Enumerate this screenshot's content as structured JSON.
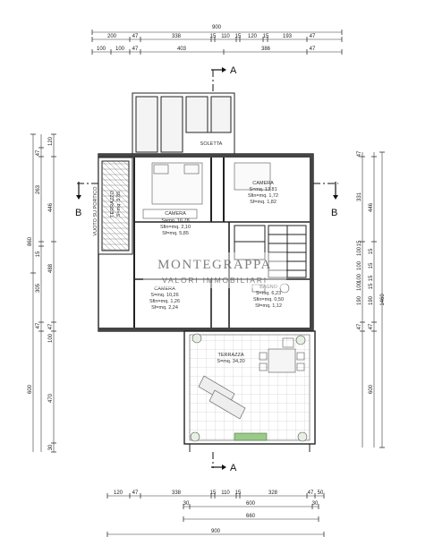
{
  "dimensions": {
    "top_total": "900",
    "top_row1": [
      "200",
      "47",
      "338",
      "15",
      "110",
      "15",
      "120",
      "15",
      "193",
      "47"
    ],
    "top_row2": [
      "100",
      "100",
      "47",
      "403",
      "386",
      "47"
    ],
    "bottom_row1": [
      "120",
      "47",
      "338",
      "15",
      "110",
      "15",
      "328",
      "47",
      "50"
    ],
    "bottom_row2": [
      "30",
      "600",
      "30"
    ],
    "bottom_row3": "660",
    "bottom_total": "900",
    "left_outer": "860",
    "left_inner": [
      "120",
      "47",
      "263",
      "446",
      "15",
      "488",
      "305",
      "47",
      "100",
      "47",
      "600",
      "470",
      "30"
    ],
    "right_inner": [
      "47",
      "331",
      "446",
      "15",
      "100",
      "15",
      "100",
      "15",
      "100",
      "15",
      "100",
      "15",
      "190",
      "190",
      "47",
      "47",
      "600"
    ],
    "right_outer": "1460"
  },
  "sections": {
    "a_top": "A",
    "a_bottom": "A",
    "b_left": "B",
    "b_right": "B"
  },
  "rooms": {
    "soletta": "SOLETTA",
    "terrazzo_label": "TERRAZZO",
    "terrazzo_area": "S=mq. 5,85",
    "vuoto": "VUOTO SU PORTICO",
    "camera1": {
      "name": "CAMERA",
      "s": "S=mq. 16,78",
      "sfin": "Sfin=mq. 2,10",
      "sfm": "Sf=mq. 5,85"
    },
    "camera2": {
      "name": "CAMERA",
      "s": "S=mq. 13,81",
      "sfin": "Sfin=mq. 1,72",
      "sfm": "Sf=mq. 1,82"
    },
    "camera3": {
      "name": "CAMERA",
      "s": "S=mq. 10,26",
      "sfin": "Sfin=mq. 1,26",
      "sfm": "Sf=mq. 2,24"
    },
    "bagno": {
      "name": "BAGNO",
      "s": "S=mq. 6,23",
      "sfin": "Sfin=mq. 0,50",
      "sfm": "Sf=mq. 1,12"
    },
    "terrazza": {
      "name": "TERRAZZA",
      "s": "S=mq. 34,20"
    }
  },
  "watermark": {
    "brand": "MONTEGRAPPA",
    "tagline": "VALORI IMMOBILIARI"
  }
}
